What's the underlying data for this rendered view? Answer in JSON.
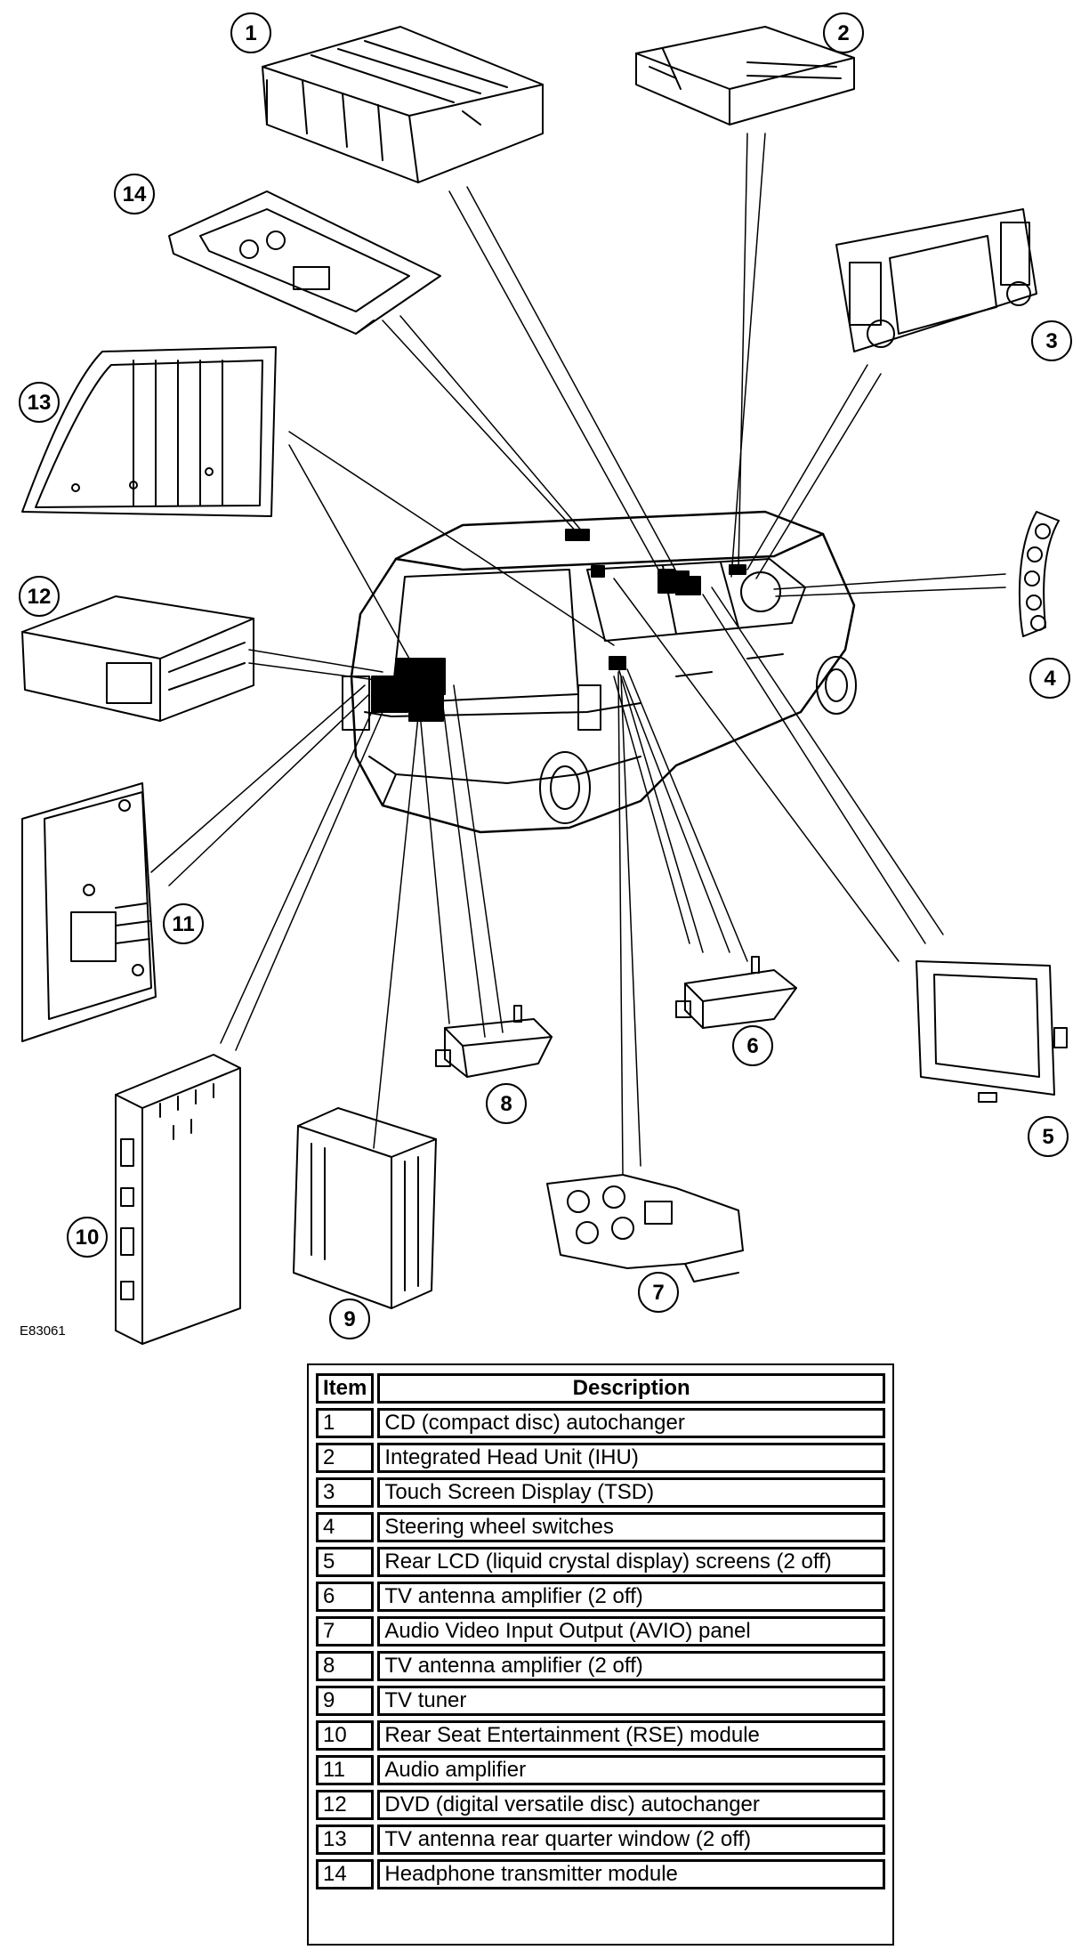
{
  "figure_code": "E83061",
  "callouts": [
    "1",
    "2",
    "3",
    "4",
    "5",
    "6",
    "7",
    "8",
    "9",
    "10",
    "11",
    "12",
    "13",
    "14"
  ],
  "table": {
    "headers": {
      "item": "Item",
      "description": "Description"
    },
    "rows": [
      {
        "item": "1",
        "description": "CD (compact disc) autochanger"
      },
      {
        "item": "2",
        "description": "Integrated Head Unit (IHU)"
      },
      {
        "item": "3",
        "description": "Touch Screen Display (TSD)"
      },
      {
        "item": "4",
        "description": "Steering wheel switches"
      },
      {
        "item": "5",
        "description": "Rear LCD (liquid crystal display) screens (2 off)"
      },
      {
        "item": "6",
        "description": "TV antenna amplifier (2 off)"
      },
      {
        "item": "7",
        "description": "Audio Video Input Output (AVIO) panel"
      },
      {
        "item": "8",
        "description": "TV antenna amplifier (2 off)"
      },
      {
        "item": "9",
        "description": "TV tuner"
      },
      {
        "item": "10",
        "description": "Rear Seat Entertainment (RSE) module"
      },
      {
        "item": "11",
        "description": "Audio amplifier"
      },
      {
        "item": "12",
        "description": "DVD (digital versatile disc) autochanger"
      },
      {
        "item": "13",
        "description": "TV antenna rear quarter window (2 off)"
      },
      {
        "item": "14",
        "description": "Headphone transmitter module"
      }
    ]
  }
}
